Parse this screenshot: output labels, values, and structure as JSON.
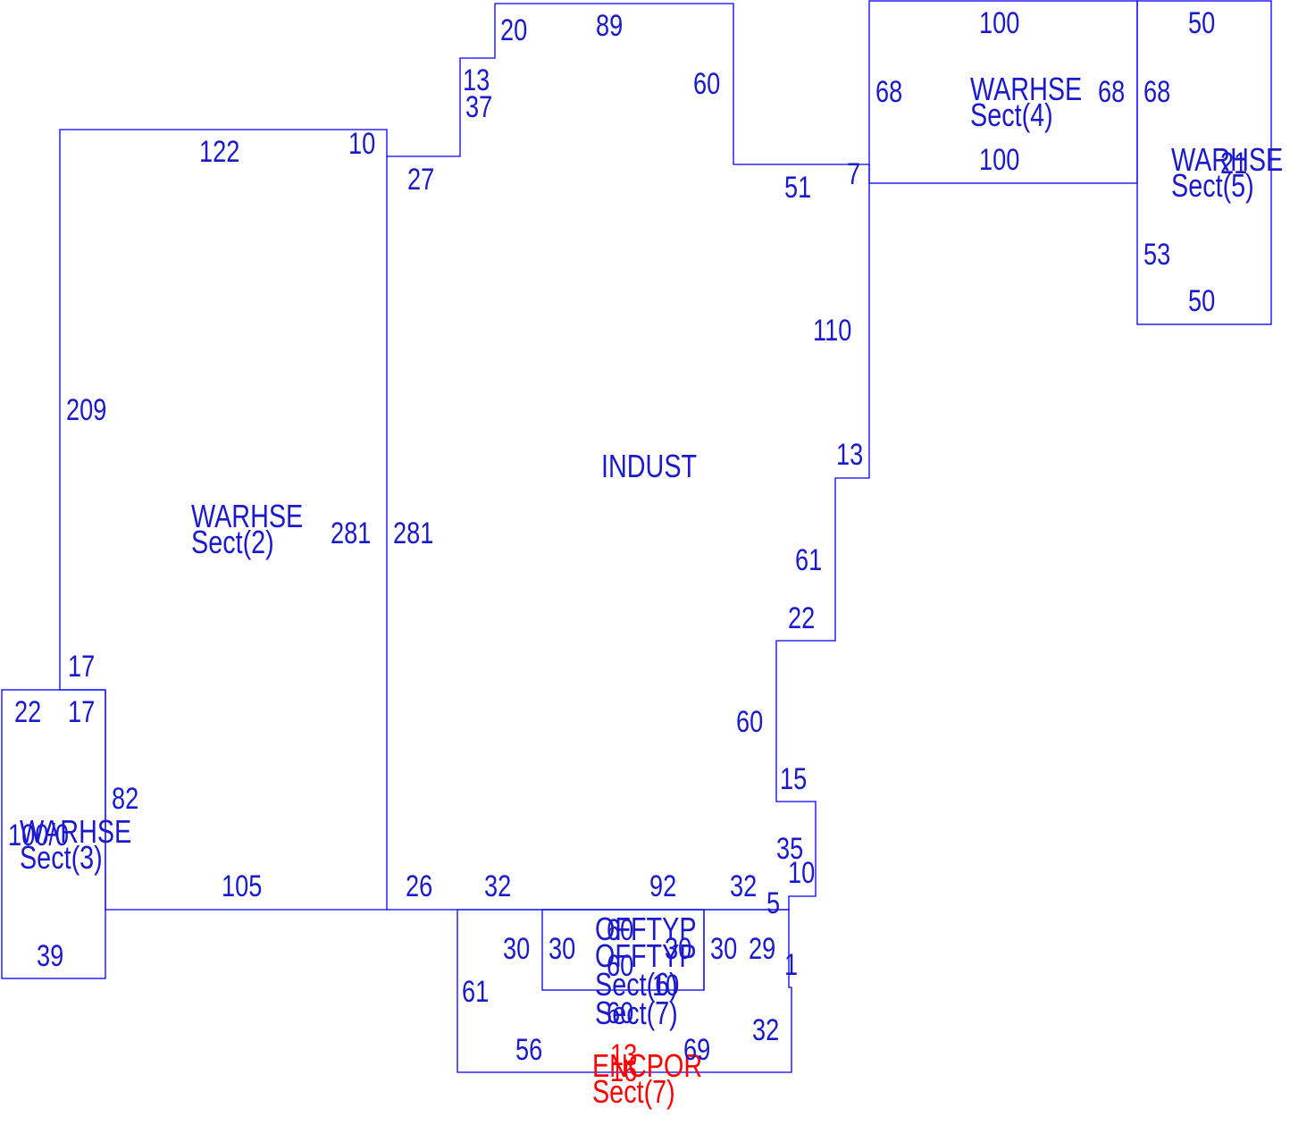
{
  "colors": {
    "line": "#0000ff",
    "text": "#1a1acc",
    "porch": "#ff0000"
  },
  "sections": {
    "indust": {
      "label": "INDUST"
    },
    "sect2": {
      "name": "WARHSE",
      "sect": "Sect(2)"
    },
    "sect3": {
      "name": "WARHSE",
      "sect": "Sect(3)",
      "overlap": "100/0"
    },
    "sect4": {
      "name": "WARHSE",
      "sect": "Sect(4)"
    },
    "sect5": {
      "name": "WARHSE",
      "sect": "Sect(5)",
      "overlap": "21"
    },
    "sect6": {
      "name": "OFFTYP",
      "sect": "Sect(6)"
    },
    "sect7": {
      "name": "OFFTYP",
      "sect": "Sect(7)"
    },
    "porch": {
      "name": "ENCPOR",
      "sect": "Sect(7)",
      "overlap": "13"
    }
  },
  "dimensions": {
    "indust": {
      "top_a": "20",
      "top_b": "89",
      "right_a": "60",
      "step_a": "13",
      "step_b": "37",
      "left_top": "27",
      "step_c": "51",
      "step_d": "7",
      "right_b": "110",
      "step_e": "13",
      "right_c": "61",
      "step_f": "22",
      "right_d": "60",
      "step_g": "15",
      "right_e": "35",
      "step_h": "10",
      "step_i": "5",
      "left": "281",
      "bottom_a": "26",
      "bottom_b": "32",
      "bottom_c": "92",
      "bottom_d": "32"
    },
    "sect2": {
      "top": "122",
      "notch": "10",
      "left": "209",
      "right": "281",
      "left_low": "17",
      "bottom": "105"
    },
    "sect3": {
      "top_a": "22",
      "top_b": "17",
      "right": "82",
      "bottom": "39"
    },
    "sect4": {
      "top": "100",
      "left": "68",
      "right": "68",
      "bottom": "100"
    },
    "sect5": {
      "top": "50",
      "left_a": "68",
      "left_b": "53",
      "bottom": "50"
    },
    "lower": {
      "a": "30",
      "b": "30",
      "c": "60",
      "d": "30",
      "e": "30",
      "f": "29",
      "g": "1",
      "h": "61",
      "i": "60",
      "j": "10",
      "k": "60",
      "l": "56",
      "m": "69",
      "n": "32",
      "o": "16"
    }
  }
}
